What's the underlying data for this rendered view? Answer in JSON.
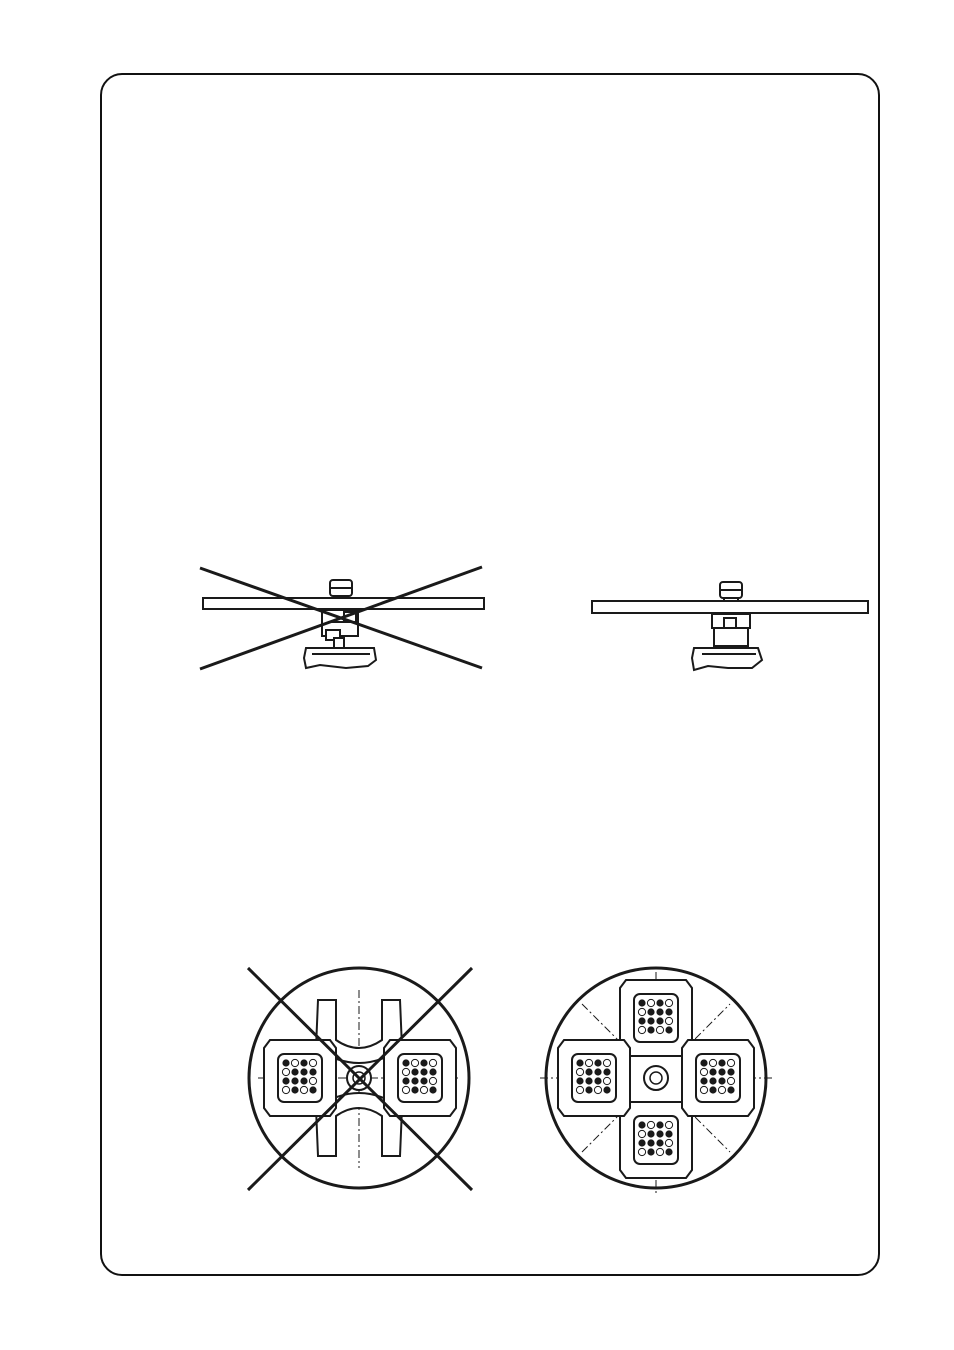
{
  "figures": [
    {
      "id": "rotor-side-incorrect",
      "status": "incorrect",
      "marked_with_cross": true
    },
    {
      "id": "rotor-side-correct",
      "status": "correct",
      "marked_with_cross": false
    },
    {
      "id": "rotor-top-incorrect",
      "status": "incorrect",
      "marked_with_cross": true,
      "loaded_buckets": 2
    },
    {
      "id": "rotor-top-correct",
      "status": "correct",
      "marked_with_cross": false,
      "loaded_buckets": 4
    }
  ],
  "colors": {
    "ink": "#1a1a1a",
    "background": "#ffffff"
  }
}
